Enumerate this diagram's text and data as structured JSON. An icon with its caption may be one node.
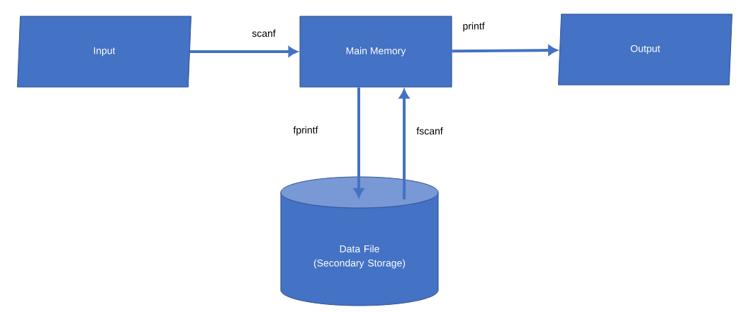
{
  "diagram": {
    "nodes": [
      {
        "text": [
          "Input"
        ]
      },
      {
        "text": [
          "Main Memory"
        ]
      },
      {
        "text": [
          "Output"
        ]
      },
      {
        "text": [
          "Data File (Secondary Storage)"
        ]
      }
    ],
    "edges": [
      {
        "from": 0,
        "to": 1,
        "arrow": "to",
        "label": "scanf"
      },
      {
        "from": 1,
        "to": 2,
        "arrow": "to",
        "label": "printf"
      },
      {
        "from": 1,
        "to": 3,
        "arrow": "to",
        "label": "fprintf"
      },
      {
        "from": 3,
        "to": 1,
        "arrow": "to",
        "label": "fscanf"
      }
    ]
  }
}
